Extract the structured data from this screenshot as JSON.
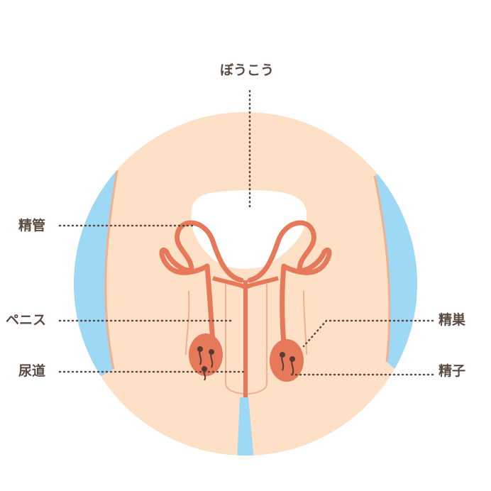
{
  "labels": {
    "bladder": "ぼうこう",
    "vas_deferens": "精管",
    "penis": "ペニス",
    "urethra": "尿道",
    "testis": "精巣",
    "sperm": "精子"
  },
  "colors": {
    "background_circle": "#fde0c5",
    "side_blue": "#9dd8f5",
    "skin_outline": "#f1b08f",
    "organ": "#e5795a",
    "bladder": "#ffffff",
    "leader_line": "#5a4a42",
    "label_text": "#5a4a42"
  }
}
